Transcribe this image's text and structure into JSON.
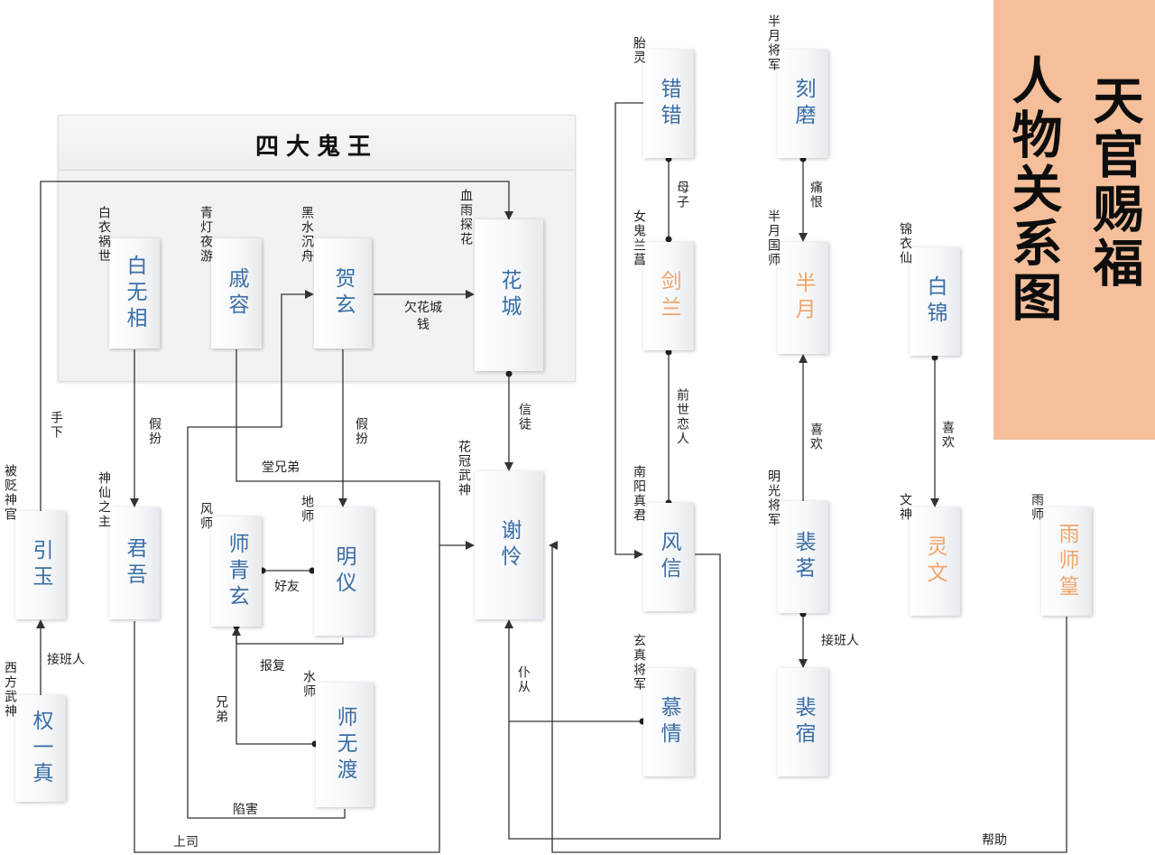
{
  "title": {
    "line1": "天官赐福",
    "line2": "人物关系图"
  },
  "group": {
    "title": "四大鬼王"
  },
  "colors": {
    "node_text_blue": "#3a6ea5",
    "node_text_orange": "#f0a46a",
    "title_bg": "#f4bf9a"
  },
  "nodes": {
    "baiwuxiang": "白无相",
    "qirong": "戚容",
    "hexuan": "贺玄",
    "huacheng": "花城",
    "cuocuo": "错错",
    "kemo": "刻磨",
    "jianlan": "剑兰",
    "banyue": "半月",
    "baijin": "白锦",
    "yinyu": "引玉",
    "junwu": "君吾",
    "shiqingxuan": "师青玄",
    "mingyi": "明仪",
    "xielian": "谢怜",
    "fengxin": "风信",
    "peiming": "裴茗",
    "lingwen": "灵文",
    "yushihuang": "雨师篁",
    "quanyizhen": "权一真",
    "shiwudu": "师无渡",
    "muqing": "慕情",
    "peisu": "裴宿"
  },
  "titles": {
    "baiwuxiang": "白衣祸世",
    "qirong": "青灯夜游",
    "hexuan": "黑水沉舟",
    "huacheng": "血雨探花",
    "cuocuo": "胎灵",
    "kemo": "半月将军",
    "jianlan": "女鬼兰菖",
    "banyue": "半月国师",
    "baijin": "锦衣仙",
    "yinyu": "被贬神官",
    "junwu": "神仙之主",
    "shiqingxuan": "风师",
    "mingyi": "地师",
    "xielian": "花冠武神",
    "fengxin": "南阳真君",
    "peiming": "明光将军",
    "lingwen": "文神",
    "yushihuang": "雨师",
    "quanyizhen": "西方武神",
    "shiwudu": "水师",
    "muqing": "玄真将军"
  },
  "relations": {
    "shouxia": "手下",
    "jiaban1": "假扮",
    "jiaban2": "假扮",
    "qianhuacheng": "欠花城钱",
    "xintu": "信徒",
    "muzi": "母子",
    "tonghen": "痛恨",
    "qianshilianren": "前世恋人",
    "xihuan1": "喜欢",
    "xihuan2": "喜欢",
    "tangxiongdi": "堂兄弟",
    "haoyou": "好友",
    "baofu": "报复",
    "xiongdi": "兄弟",
    "xianhai": "陷害",
    "shangsi": "上司",
    "jiebanren1": "接班人",
    "jiebanren2": "接班人",
    "pucong": "仆从",
    "bangzhu": "帮助"
  }
}
